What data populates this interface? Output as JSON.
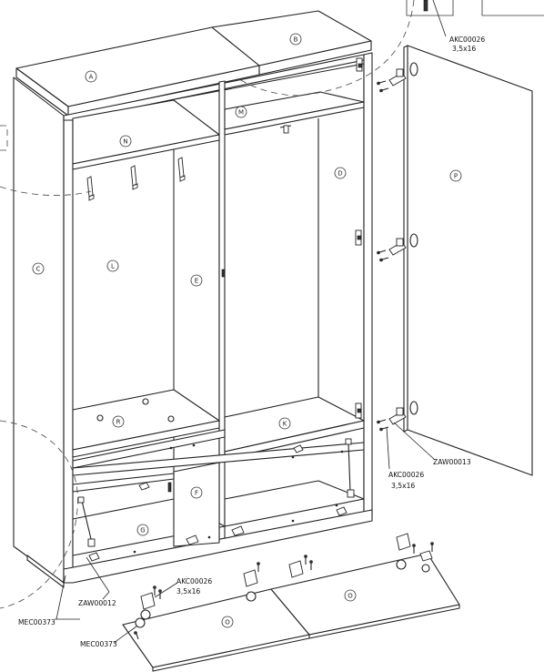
{
  "parts": {
    "A": "A",
    "B": "B",
    "C": "C",
    "D": "D",
    "E": "E",
    "F": "F",
    "G": "G",
    "K": "K",
    "L": "L",
    "M": "M",
    "N": "N",
    "O": "O",
    "P": "P",
    "R": "R"
  },
  "callouts": {
    "akc_top_code": "AKC00026",
    "akc_top_size": "3,5x16",
    "akc_mid_code": "AKC00026",
    "akc_mid_size": "3,5x16",
    "akc_low_code": "AKC00026",
    "akc_low_size": "3,5x16",
    "zaw_right": "ZAW00013",
    "zaw_left": "ZAW00012",
    "mec_left": "MEC00373",
    "mec_bottom": "MEC00373"
  },
  "icons": {
    "hinge": "concealed-hinge-icon",
    "screw": "screw-icon",
    "hook": "coat-hook-icon",
    "strut": "gas-strut-icon"
  }
}
